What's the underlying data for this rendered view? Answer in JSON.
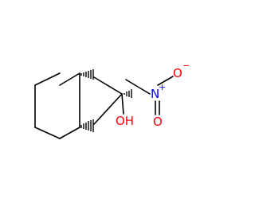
{
  "molecule": {
    "atoms": {
      "hydroxyl": {
        "label": "OH",
        "color": "#ff0000"
      },
      "nitrogen": {
        "label": "N",
        "color": "#0000ff",
        "charge": "+"
      },
      "oxygen_double": {
        "label": "O",
        "color": "#ff0000"
      },
      "oxygen_single": {
        "label": "O",
        "color": "#ff0000",
        "charge": "−"
      }
    },
    "bond_color": "#000000"
  }
}
